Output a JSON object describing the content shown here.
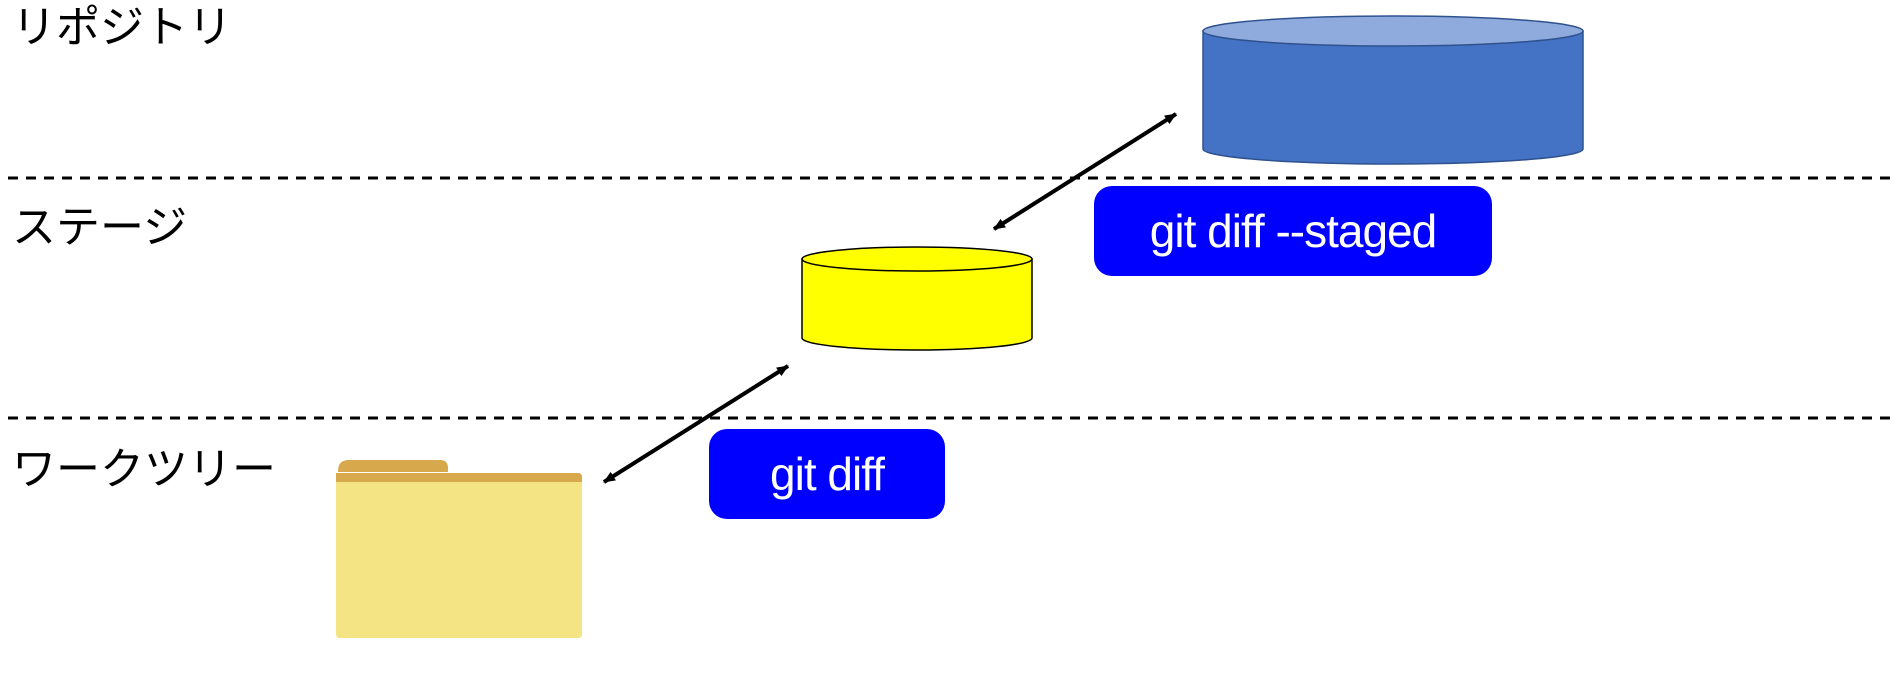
{
  "layers": {
    "repository": "リポジトリ",
    "stage": "ステージ",
    "working_tree": "ワークツリー"
  },
  "commands": {
    "diff_staged": "git diff --staged",
    "diff": "git diff"
  },
  "colors": {
    "repository_cylinder_body": "#4472c4",
    "repository_cylinder_top": "#8faadc",
    "stage_cylinder": "#ffff00",
    "folder_body": "#f4e483",
    "folder_tab": "#d8a94c",
    "badge_background": "#0000ff",
    "badge_text": "#ffffff",
    "divider": "#000000"
  },
  "icons": {
    "repository": "database-cylinder-icon",
    "stage": "database-cylinder-icon",
    "working_tree": "folder-icon"
  }
}
